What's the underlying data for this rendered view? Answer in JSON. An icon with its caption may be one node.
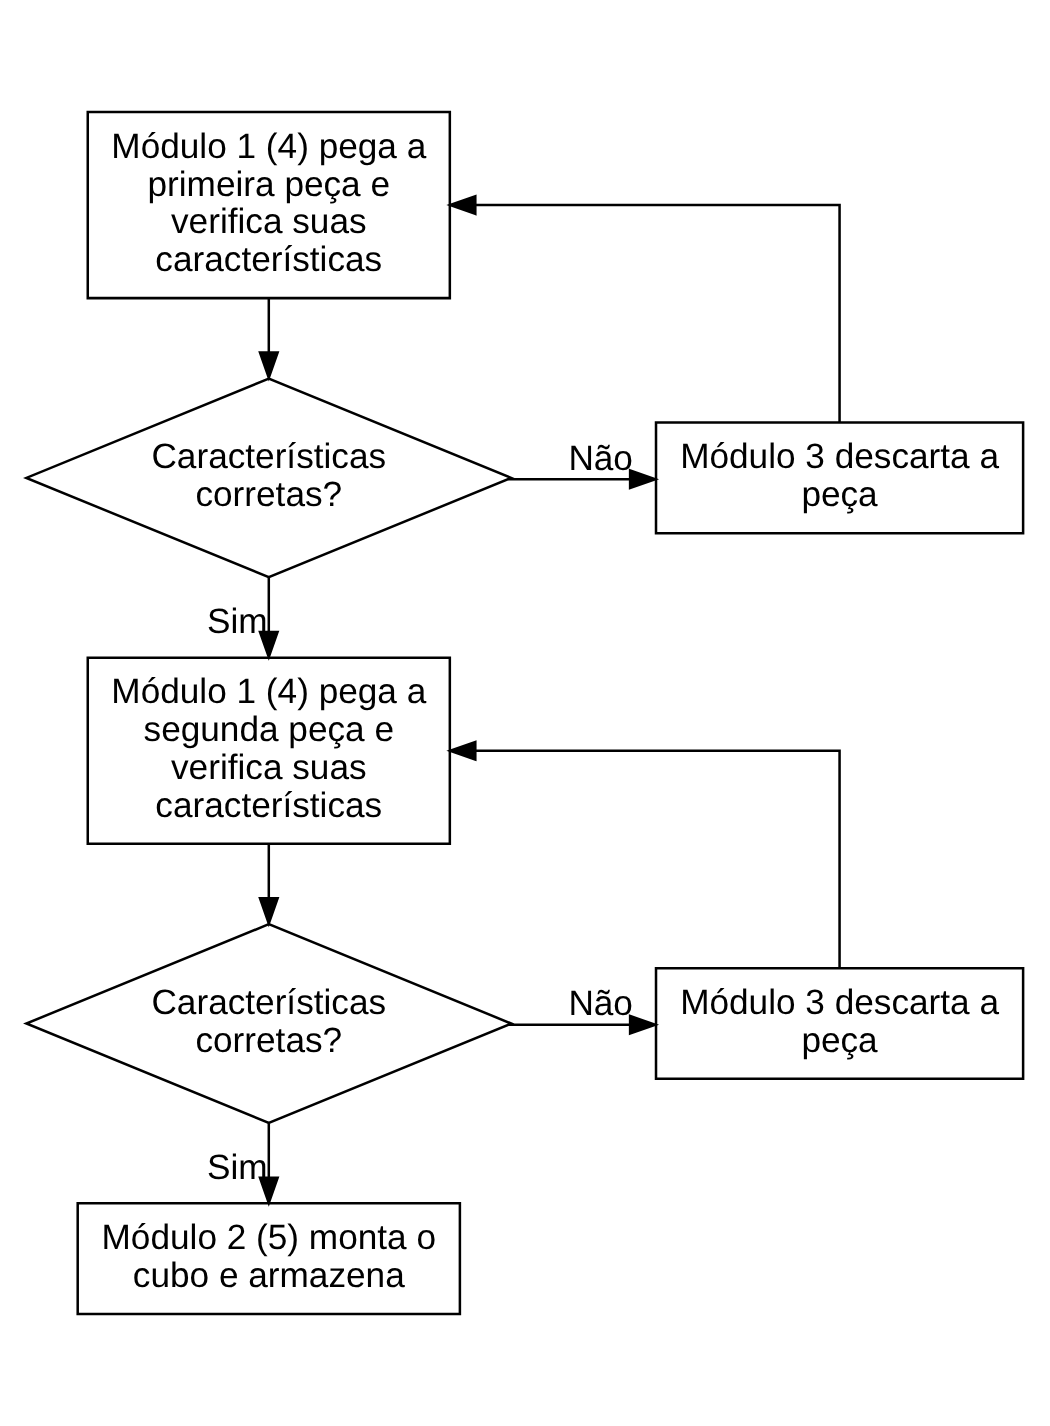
{
  "diagram": {
    "nodes": [
      {
        "text": [
          "Módulo 1 (4) pega a primeira peça e verifica suas características"
        ]
      },
      {
        "text": [
          "Módulo 3 descarta a peça"
        ]
      },
      {
        "text": [
          "Características corretas?"
        ]
      },
      {
        "text": [
          "Módulo 1 (4) pega a segunda peça e verifica suas características"
        ]
      },
      {
        "text": [
          "Módulo 3 descarta a peça"
        ]
      },
      {
        "text": [
          "Características corretas?"
        ]
      },
      {
        "text": [
          "Módulo 2 (5) monta o cubo e armazena"
        ]
      }
    ],
    "edges": [
      {
        "from": 0,
        "to": 2,
        "arrow": "to"
      },
      {
        "from": 2,
        "to": 1,
        "arrow": "to",
        "label": "Não"
      },
      {
        "from": 1,
        "to": 0,
        "arrow": "to"
      },
      {
        "from": 2,
        "to": 3,
        "arrow": "to",
        "label": "Sim"
      },
      {
        "from": 3,
        "to": 5,
        "arrow": "to"
      },
      {
        "from": 5,
        "to": 4,
        "arrow": "to",
        "label": "Não"
      },
      {
        "from": 4,
        "to": 3,
        "arrow": "to"
      },
      {
        "from": 5,
        "to": 6,
        "arrow": "to",
        "label": "Sim"
      }
    ]
  }
}
